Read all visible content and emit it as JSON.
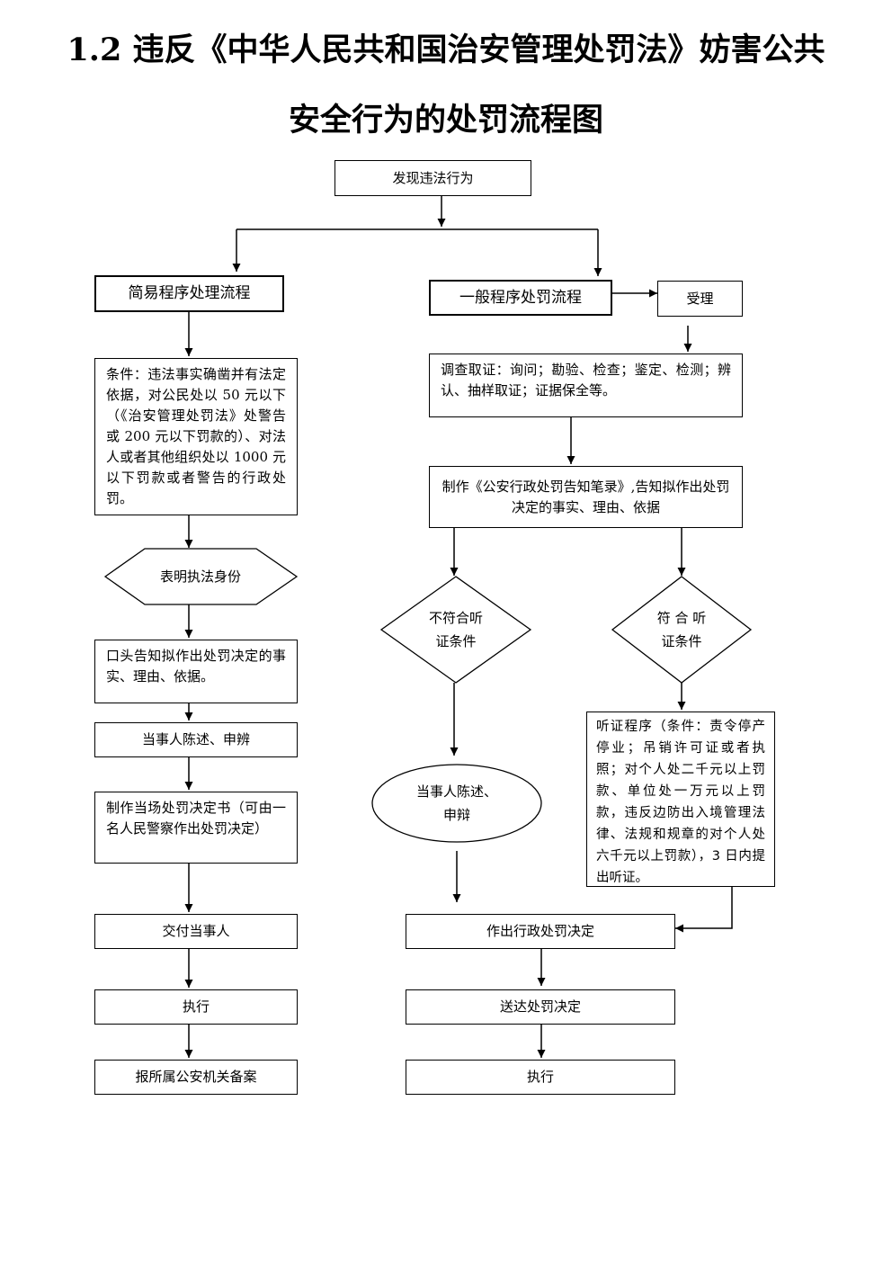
{
  "title": {
    "line1": "1.2 违反《中华人民共和国治安管理处罚法》妨害公共",
    "line2": "安全行为的处罚流程图"
  },
  "start": "发现违法行为",
  "simple": {
    "header": "简易程序处理流程",
    "condition": "条件：违法事实确凿并有法定依据，对公民处以 50 元以下（《治安管理处罚法》处警告或 200 元以下罚款的）、对法人或者其他组织处以 1000 元以下罚款或者警告的行政处罚。",
    "identity": "表明执法身份",
    "notify": "口头告知拟作出处罚决定的事实、理由、依据。",
    "statement": "当事人陈述、申辨",
    "decision_doc": "制作当场处罚决定书（可由一名人民警察作出处罚决定）",
    "deliver": "交付当事人",
    "execute": "执行",
    "file": "报所属公安机关备案"
  },
  "general": {
    "header": "一般程序处罚流程",
    "accept": "受理",
    "investigate": "调查取证：询问；勘验、检查；鉴定、检测；辨认、抽样取证；证据保全等。",
    "notice_record": "制作《公安行政处罚告知笔录》,告知拟作出处罚决定的事实、理由、依据",
    "not_hearing_l1": "不符合听",
    "not_hearing_l2": "证条件",
    "hearing_l1": "符 合 听",
    "hearing_l2": "证条件",
    "statement_l1": "当事人陈述、",
    "statement_l2": "申辩",
    "hearing_proc": "听证程序（条件：责令停产停业；吊销许可证或者执照；对个人处二千元以上罚款、单位处一万元以上罚款，违反边防出入境管理法律、法规和规章的对个人处六千元以上罚款），3 日内提出听证。",
    "decision": "作出行政处罚决定",
    "serve": "送达处罚决定",
    "execute": "执行"
  }
}
